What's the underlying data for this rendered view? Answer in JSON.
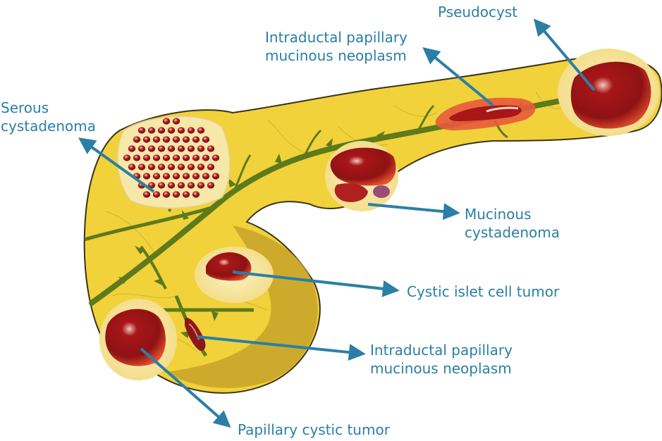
{
  "colors": {
    "label": "#2a7fa6",
    "arrow": "#2a7fa6",
    "tissue": "#f1d23a",
    "tissue_dark": "#c8a32a",
    "outline": "#3a3318",
    "duct": "#5d7a1c",
    "lesion": "#b0201e",
    "lesion_light": "#e85a3c",
    "halo": "#f6e8a8"
  },
  "labels": {
    "pseudocyst": [
      "Pseudocyst"
    ],
    "ipmn_top": [
      "Intraductal papillary",
      "mucinous neoplasm"
    ],
    "serous": [
      "Serous",
      "cystadenoma"
    ],
    "mucinous": [
      "Mucinous",
      "cystadenoma"
    ],
    "islet": [
      "Cystic islet cell tumor"
    ],
    "ipmn_bottom": [
      "Intraductal papillary",
      "mucinous neoplasm"
    ],
    "papillary": [
      "Papillary cystic tumor"
    ]
  }
}
